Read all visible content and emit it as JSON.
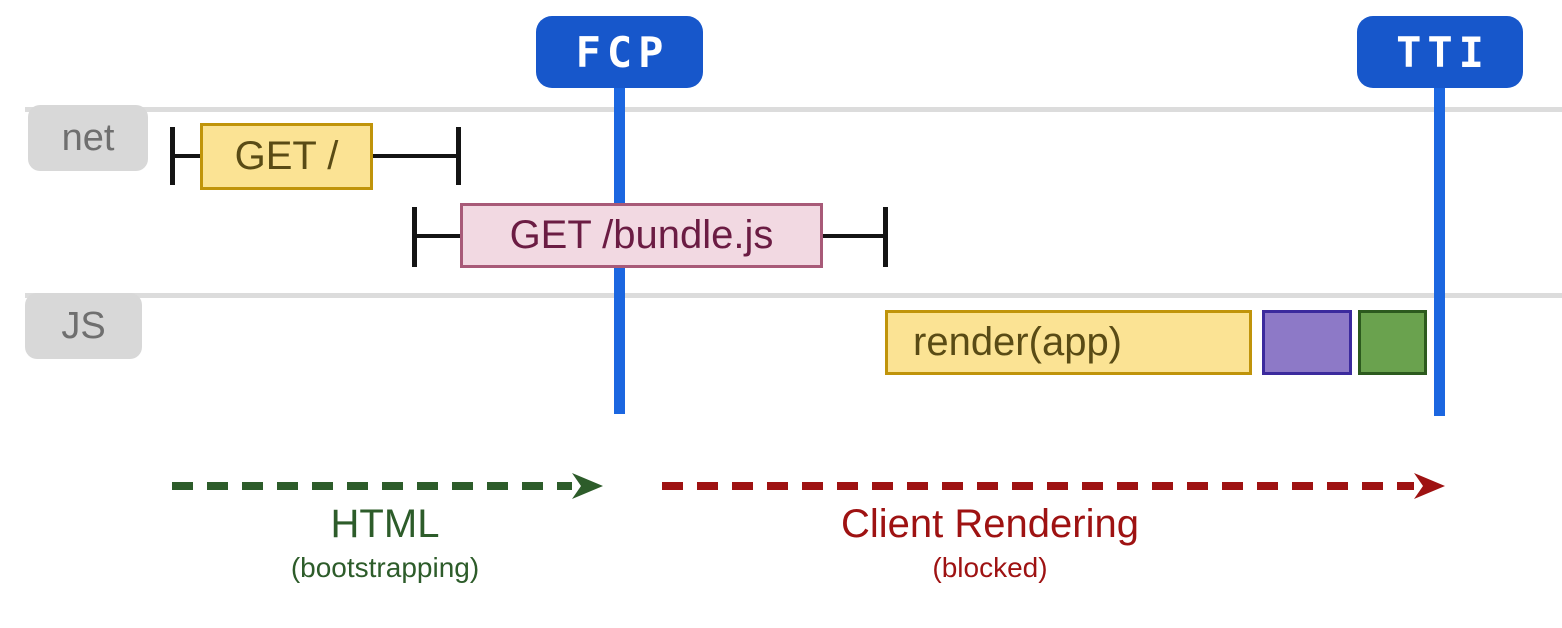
{
  "markers": {
    "fcp": {
      "label": "FCP"
    },
    "tti": {
      "label": "TTI"
    }
  },
  "lanes": {
    "net": {
      "label": "net"
    },
    "js": {
      "label": "JS"
    }
  },
  "timeline": {
    "net": {
      "get_root": {
        "label": "GET /"
      },
      "get_bundle": {
        "label": "GET /bundle.js"
      }
    },
    "js": {
      "render": {
        "label": "render(app)"
      },
      "purple_task": {
        "label": ""
      },
      "green_task": {
        "label": ""
      }
    }
  },
  "phases": {
    "html": {
      "label": "HTML",
      "sublabel": "(bootstrapping)",
      "color": "#2d5c2a"
    },
    "client_rendering": {
      "label": "Client Rendering",
      "sublabel": "(blocked)",
      "color": "#9e1212"
    }
  },
  "colors": {
    "marker_badge_blue": "#1757cb",
    "marker_line_blue": "#1b66e0",
    "task_yellow_fill": "#fbe394",
    "task_yellow_border": "#c0940a",
    "request_pink_fill": "#f2d9e2",
    "request_pink_border": "#a85a78",
    "task_purple_fill": "#8d79c7",
    "task_purple_border": "#3b2a9d",
    "task_green_fill": "#6aa24e",
    "task_green_border": "#2c5a1e",
    "lane_line_gray": "#dcdcdc",
    "lane_label_bg": "#d8d8d8",
    "whisker_black": "#141414"
  }
}
